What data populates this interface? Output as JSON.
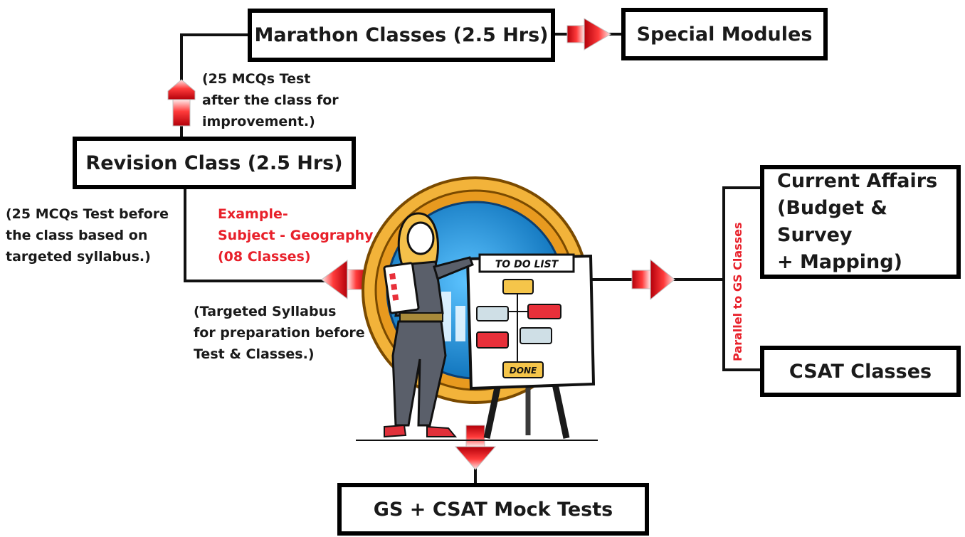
{
  "boxes": {
    "marathon": "Marathon Classes (2.5 Hrs)",
    "special_modules": "Special Modules",
    "revision": "Revision Class (2.5 Hrs)",
    "current_affairs": "Current Affairs\n(Budget & Survey\n+ Mapping)",
    "csat": "CSAT Classes",
    "mock_tests": "GS + CSAT Mock Tests"
  },
  "notes": {
    "after_class": "(25 MCQs Test\nafter the class for\nimprovement.)",
    "before_class": "(25 MCQs Test before\nthe class based on\ntargeted syllabus.)",
    "example": "Example-\nSubject - Geography\n(08 Classes)",
    "targeted": "(Targeted Syllabus\nfor preparation before\nTest & Classes.)",
    "parallel": "Parallel to GS Classes"
  },
  "illustration": {
    "todo_title": "TO DO LIST",
    "done_label": "DONE"
  },
  "colors": {
    "arrow_red": "#e8202a",
    "accent_red": "#e8202a",
    "ring_gold": "#f2b33a",
    "disc_blue": "#1e8fd6"
  }
}
